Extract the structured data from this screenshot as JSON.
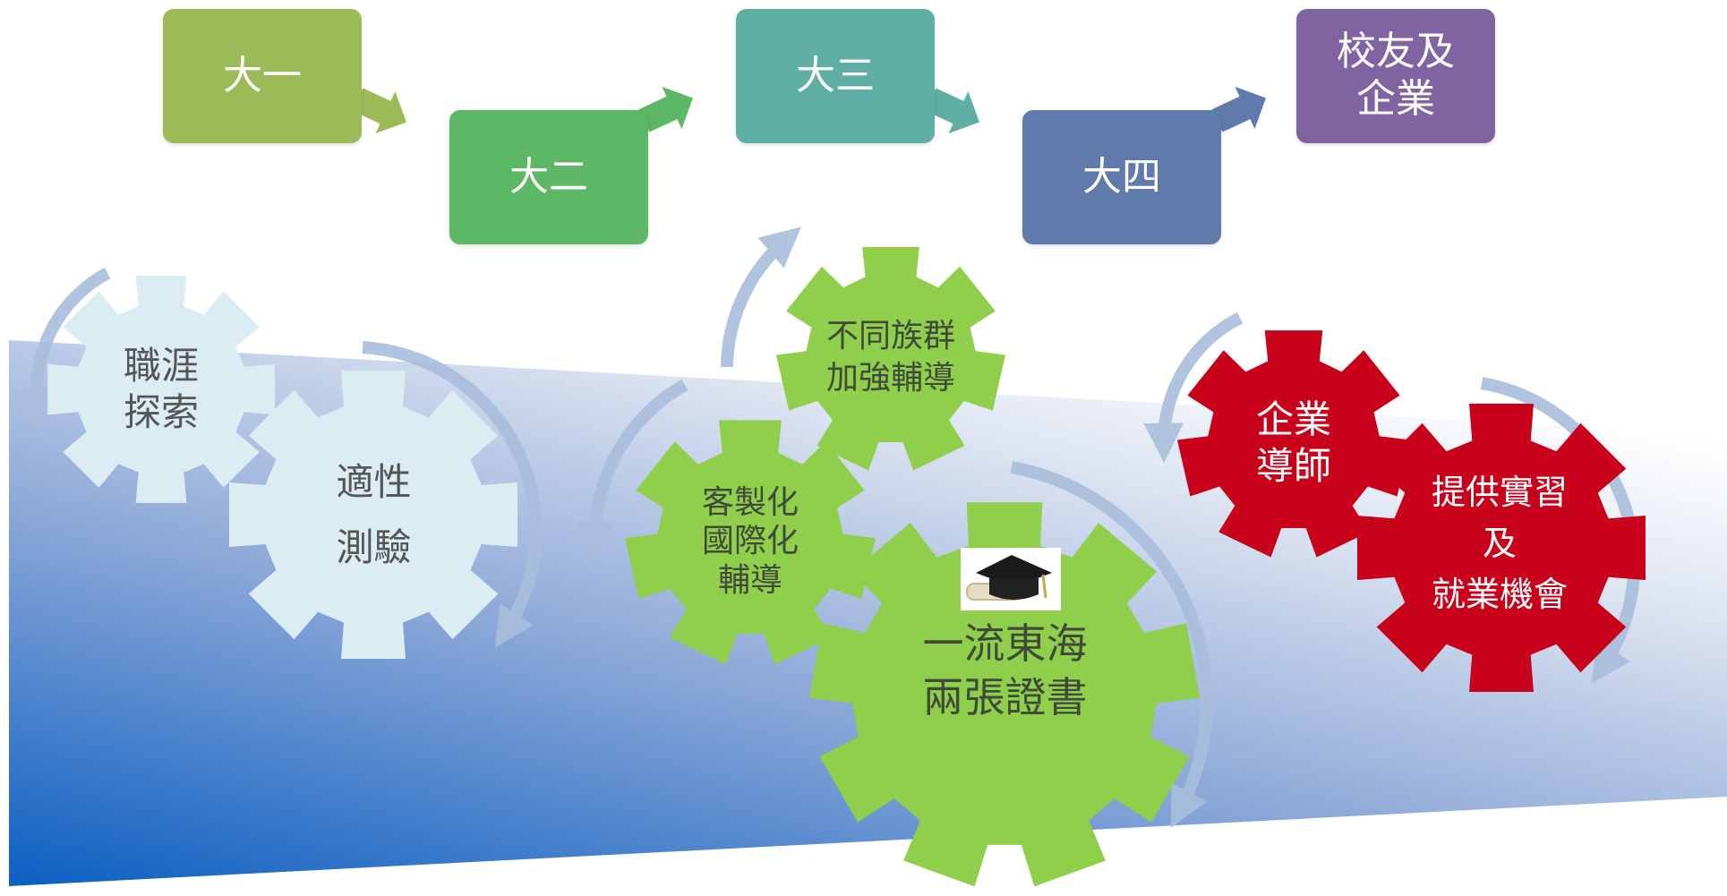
{
  "colors": {
    "stage1": "#9bbb59",
    "stage2": "#5cb865",
    "stage3": "#5fafa5",
    "stage4": "#5f7aab",
    "stage5": "#8064a2",
    "gear_light": "#dcecf3",
    "gear_green": "#8fcf4c",
    "gear_red": "#c9021c",
    "cycle_arrow": "#a9bedc",
    "band_dark": "#0b5fc2"
  },
  "stages": [
    {
      "label": "大一"
    },
    {
      "label": "大二"
    },
    {
      "label": "大三"
    },
    {
      "label": "大四"
    },
    {
      "label": "校友及\n企業"
    }
  ],
  "gears": {
    "career": {
      "label": "職涯\n探索"
    },
    "aptitude": {
      "label": "適性\n測驗"
    },
    "ethnic": {
      "label": "不同族群\n加強輔導"
    },
    "intl": {
      "label": "客製化\n國際化\n輔導"
    },
    "donghai": {
      "label": "一流東海\n兩張證書",
      "icon": "graduation-cap-icon"
    },
    "mentor": {
      "label": "企業\n導師"
    },
    "internship": {
      "label": "提供實習\n及\n就業機會"
    }
  }
}
